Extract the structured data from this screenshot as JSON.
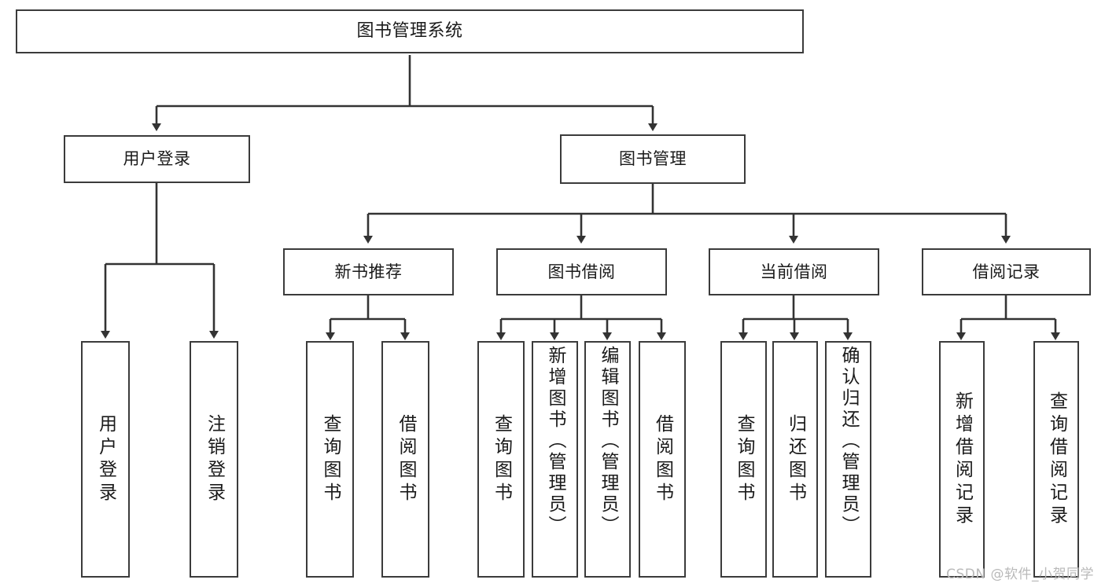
{
  "diagram": {
    "title": "图书管理系统",
    "type": "tree",
    "orientation": "top-down",
    "colors": {
      "box_border": "#3b3b3b",
      "box_fill": "#ffffff",
      "connector": "#333333",
      "text": "#1a1a1a",
      "background": "#ffffff",
      "watermark": "#b9b9b9"
    },
    "nodes": {
      "root": {
        "label": "图书管理系统",
        "level": 1
      },
      "user_login": {
        "label": "用户登录",
        "level": 2
      },
      "book_manage": {
        "label": "图书管理",
        "level": 2
      },
      "new_book_rec": {
        "label": "新书推荐",
        "level": 3
      },
      "book_borrow": {
        "label": "图书借阅",
        "level": 3
      },
      "current_borrow": {
        "label": "当前借阅",
        "level": 3
      },
      "borrow_record": {
        "label": "借阅记录",
        "level": 3
      },
      "leaf_user_login": {
        "label": "用户登录",
        "level": 3
      },
      "leaf_logout": {
        "label": "注销登录",
        "level": 3
      },
      "leaf_query_book_1": {
        "label": "查询图书",
        "level": 4
      },
      "leaf_borrow_book_1": {
        "label": "借阅图书",
        "level": 4
      },
      "leaf_query_book_2": {
        "label": "查询图书",
        "level": 4
      },
      "leaf_add_book": {
        "label": "新增图书（管理员）",
        "level": 4
      },
      "leaf_edit_book": {
        "label": "编辑图书（管理员）",
        "level": 4
      },
      "leaf_borrow_book_2": {
        "label": "借阅图书",
        "level": 4
      },
      "leaf_query_book_3": {
        "label": "查询图书",
        "level": 4
      },
      "leaf_return_book": {
        "label": "归还图书",
        "level": 4
      },
      "leaf_confirm_return": {
        "label": "确认归还（管理员）",
        "level": 4
      },
      "leaf_add_record": {
        "label": "新增借阅记录",
        "level": 4
      },
      "leaf_query_record": {
        "label": "查询借阅记录",
        "level": 4
      }
    },
    "edges": [
      {
        "from": "root",
        "to": "user_login"
      },
      {
        "from": "root",
        "to": "book_manage"
      },
      {
        "from": "user_login",
        "to": "leaf_user_login"
      },
      {
        "from": "user_login",
        "to": "leaf_logout"
      },
      {
        "from": "book_manage",
        "to": "new_book_rec"
      },
      {
        "from": "book_manage",
        "to": "book_borrow"
      },
      {
        "from": "book_manage",
        "to": "current_borrow"
      },
      {
        "from": "book_manage",
        "to": "borrow_record"
      },
      {
        "from": "new_book_rec",
        "to": "leaf_query_book_1"
      },
      {
        "from": "new_book_rec",
        "to": "leaf_borrow_book_1"
      },
      {
        "from": "book_borrow",
        "to": "leaf_query_book_2"
      },
      {
        "from": "book_borrow",
        "to": "leaf_add_book"
      },
      {
        "from": "book_borrow",
        "to": "leaf_edit_book"
      },
      {
        "from": "book_borrow",
        "to": "leaf_borrow_book_2"
      },
      {
        "from": "current_borrow",
        "to": "leaf_query_book_3"
      },
      {
        "from": "current_borrow",
        "to": "leaf_return_book"
      },
      {
        "from": "current_borrow",
        "to": "leaf_confirm_return"
      },
      {
        "from": "borrow_record",
        "to": "leaf_add_record"
      },
      {
        "from": "borrow_record",
        "to": "leaf_query_record"
      }
    ]
  },
  "watermark": {
    "text": "CSDN @软件_小贺同学"
  }
}
